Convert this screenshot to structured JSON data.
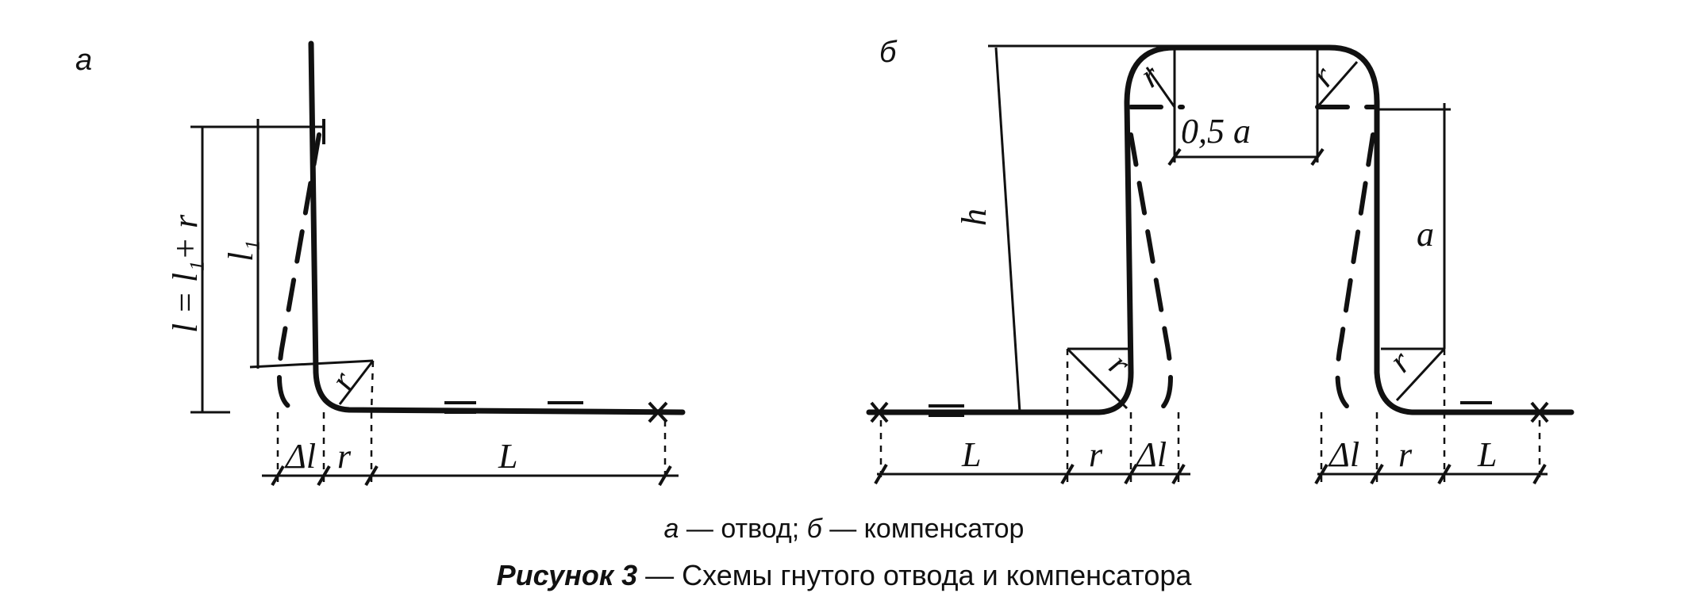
{
  "figure": {
    "panel_a_letter": "а",
    "panel_b_letter": "б",
    "labels_a": {
      "l_eq": "l = l₁+ r",
      "l1": "l₁",
      "r": "r",
      "dl": "Δl",
      "r_bottom": "r",
      "L": "L"
    },
    "labels_b": {
      "h": "h",
      "half_a": "0,5 a",
      "a": "a",
      "r_top_left": "r",
      "r_top_right": "r",
      "r_low_left": "r",
      "r_low_right": "r",
      "L_left": "L",
      "r_left": "r",
      "dl_left": "Δl",
      "dl_right": "Δl",
      "r_right": "r",
      "L_right": "L"
    }
  },
  "caption": {
    "sub_a": "а",
    "sub_a_text": " — отвод; ",
    "sub_b": "б",
    "sub_b_text": " — компенсатор",
    "title_bold": "Рисунок 3",
    "title_text": " — Схемы гнутого отвода и компенсатора"
  }
}
